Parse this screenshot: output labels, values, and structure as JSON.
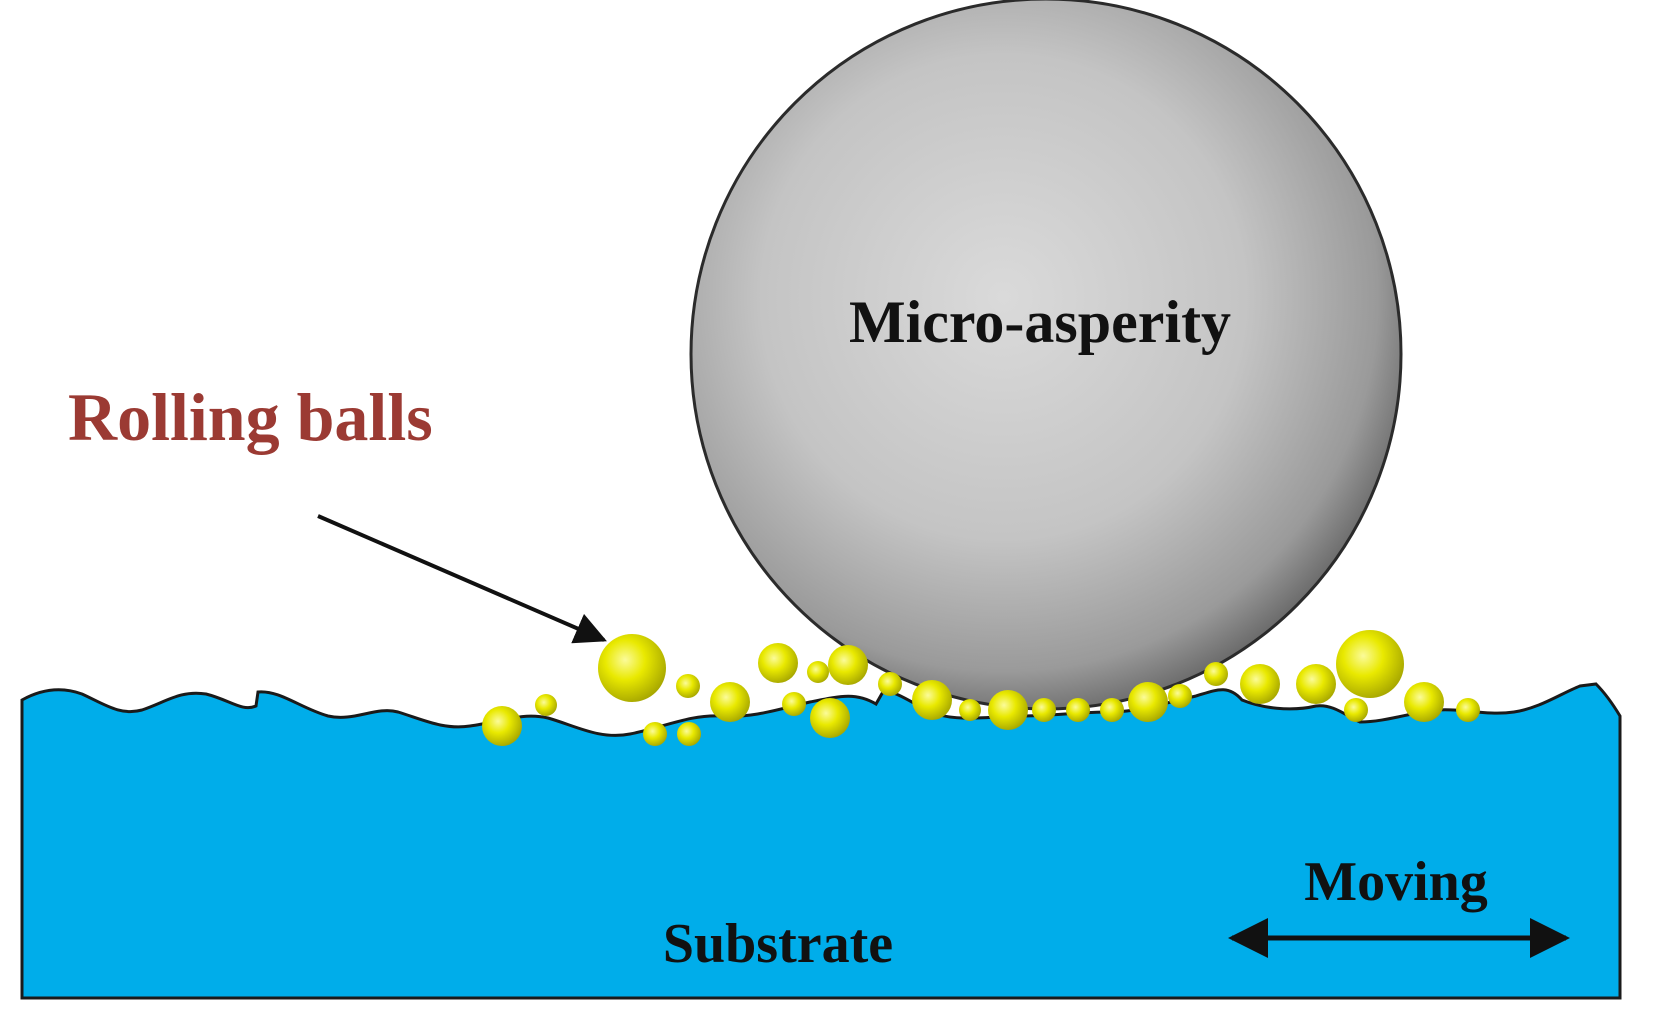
{
  "labels": {
    "asperity": "Micro-asperity",
    "rolling_balls": "Rolling balls",
    "substrate": "Substrate",
    "moving": "Moving"
  },
  "colors": {
    "substrate_fill": "#00adea",
    "outline": "#1a1a1a",
    "ball_fill": "#e6e600",
    "ball_highlight": "#fbfb9a",
    "asperity_light": "#dcdcdc",
    "asperity_dark": "#5a5a5a",
    "rolling_label": "#9b3a33",
    "text": "#111111"
  },
  "icons": {
    "pointer_arrow": "arrow-icon",
    "motion_arrow": "double-headed-arrow-icon"
  }
}
